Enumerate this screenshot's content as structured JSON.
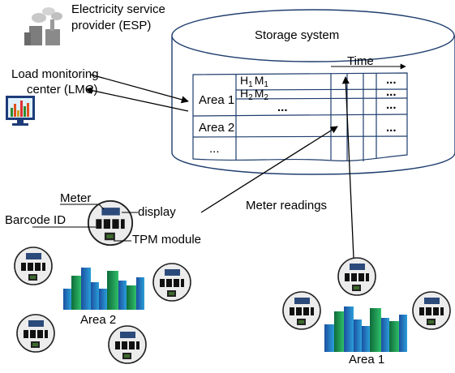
{
  "esp": {
    "line1": "Electricity service",
    "line2": "provider (ESP)",
    "icon": "power-plant-icon"
  },
  "lmc": {
    "line1": "Load monitoring",
    "line2": "center (LMC)",
    "icon": "monitor-chart-icon"
  },
  "storage": {
    "title": "Storage system",
    "time_label": "Time",
    "area1": "Area 1",
    "area2": "Area 2",
    "row_ellipsis": "...",
    "h1_base": "H",
    "h1_sub": "1",
    "m1_base": "M",
    "m1_sub": "1",
    "h2_base": "H",
    "h2_sub": "2",
    "m2_base": "M",
    "m2_sub": "2",
    "col_ellipsis": "...",
    "bold_dots": "...",
    "colors": {
      "grid": "#1f3e6e",
      "cylinder": "#1f3e6e"
    }
  },
  "meter_legend": {
    "meter": "Meter",
    "display": "display",
    "barcode": "Barcode ID",
    "tpm": "TPM module"
  },
  "meter_readings": "Meter readings",
  "area2_label": "Area 2",
  "area1_label": "Area 1",
  "colors": {
    "meter_display": "#2b4a7a",
    "tpm": "#3d6b2c",
    "building_dark": "#1c4fa0",
    "building_light": "#2a9fd8",
    "building_green": "#1e8a4a"
  }
}
